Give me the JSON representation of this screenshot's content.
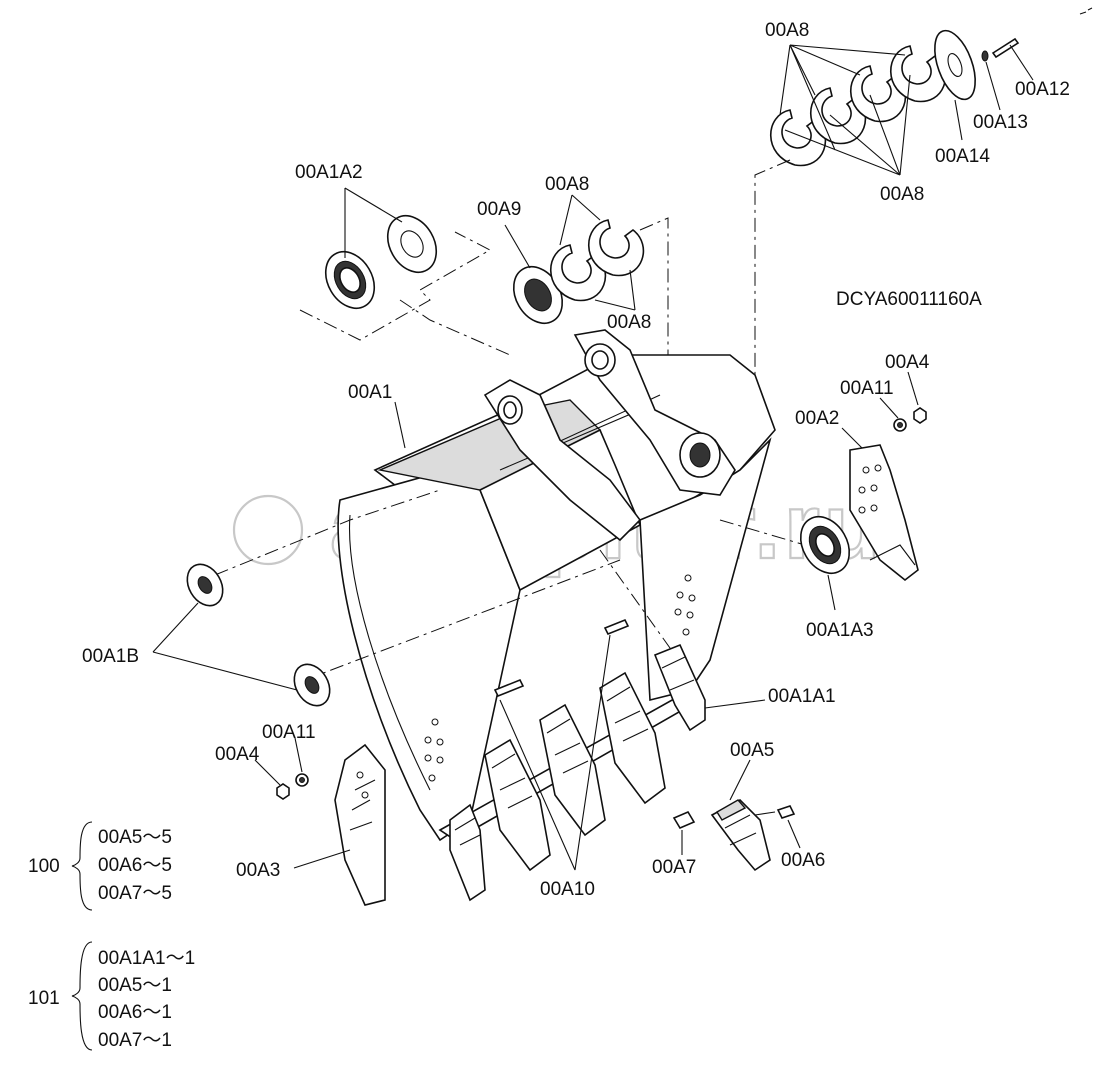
{
  "watermark": "autopiter.ru",
  "drawing_code": "DCYA60011160A",
  "labels": {
    "a8_top": "00A8",
    "a12": "00A12",
    "a13": "00A13",
    "a14": "00A14",
    "a8_right": "00A8",
    "a1a2": "00A1A2",
    "a9": "00A9",
    "a8_mid": "00A8",
    "a8_mid2": "00A8",
    "a1": "00A1",
    "a4_right": "00A4",
    "a11_right": "00A11",
    "a2": "00A2",
    "a1a3": "00A1A3",
    "a1b": "00A1B",
    "a1a1": "00A1A1",
    "a11_left": "00A11",
    "a4_left": "00A4",
    "a5": "00A5",
    "a3": "00A3",
    "a10": "00A10",
    "a7": "00A7",
    "a6": "00A6"
  },
  "kits": [
    {
      "number": "100",
      "items": [
        "00A5～5",
        "00A6～5",
        "00A7～5"
      ]
    },
    {
      "number": "101",
      "items": [
        "00A1A1～1",
        "00A5～1",
        "00A6～1",
        "00A7～1"
      ]
    }
  ]
}
